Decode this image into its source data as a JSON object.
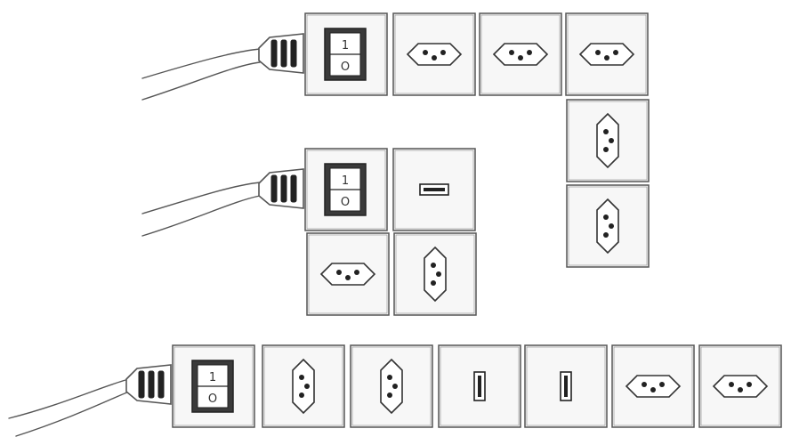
{
  "drawing": {
    "stroke_color": "#555555",
    "fill_color": "#f7f7f7",
    "background": "#ffffff"
  },
  "power_strips": [
    {
      "name": "l-shaped-strip",
      "modules": [
        "switch",
        "socket-horizontal",
        "socket-horizontal",
        "socket-horizontal",
        "socket-vertical",
        "socket-vertical"
      ]
    },
    {
      "name": "square-strip",
      "modules": [
        "switch",
        "usb",
        "socket-horizontal",
        "socket-vertical"
      ]
    },
    {
      "name": "straight-strip",
      "modules": [
        "switch",
        "socket-vertical",
        "socket-vertical",
        "usb",
        "usb",
        "socket-horizontal",
        "socket-horizontal"
      ]
    }
  ],
  "switch_labels": {
    "on": "1",
    "off": "O"
  }
}
